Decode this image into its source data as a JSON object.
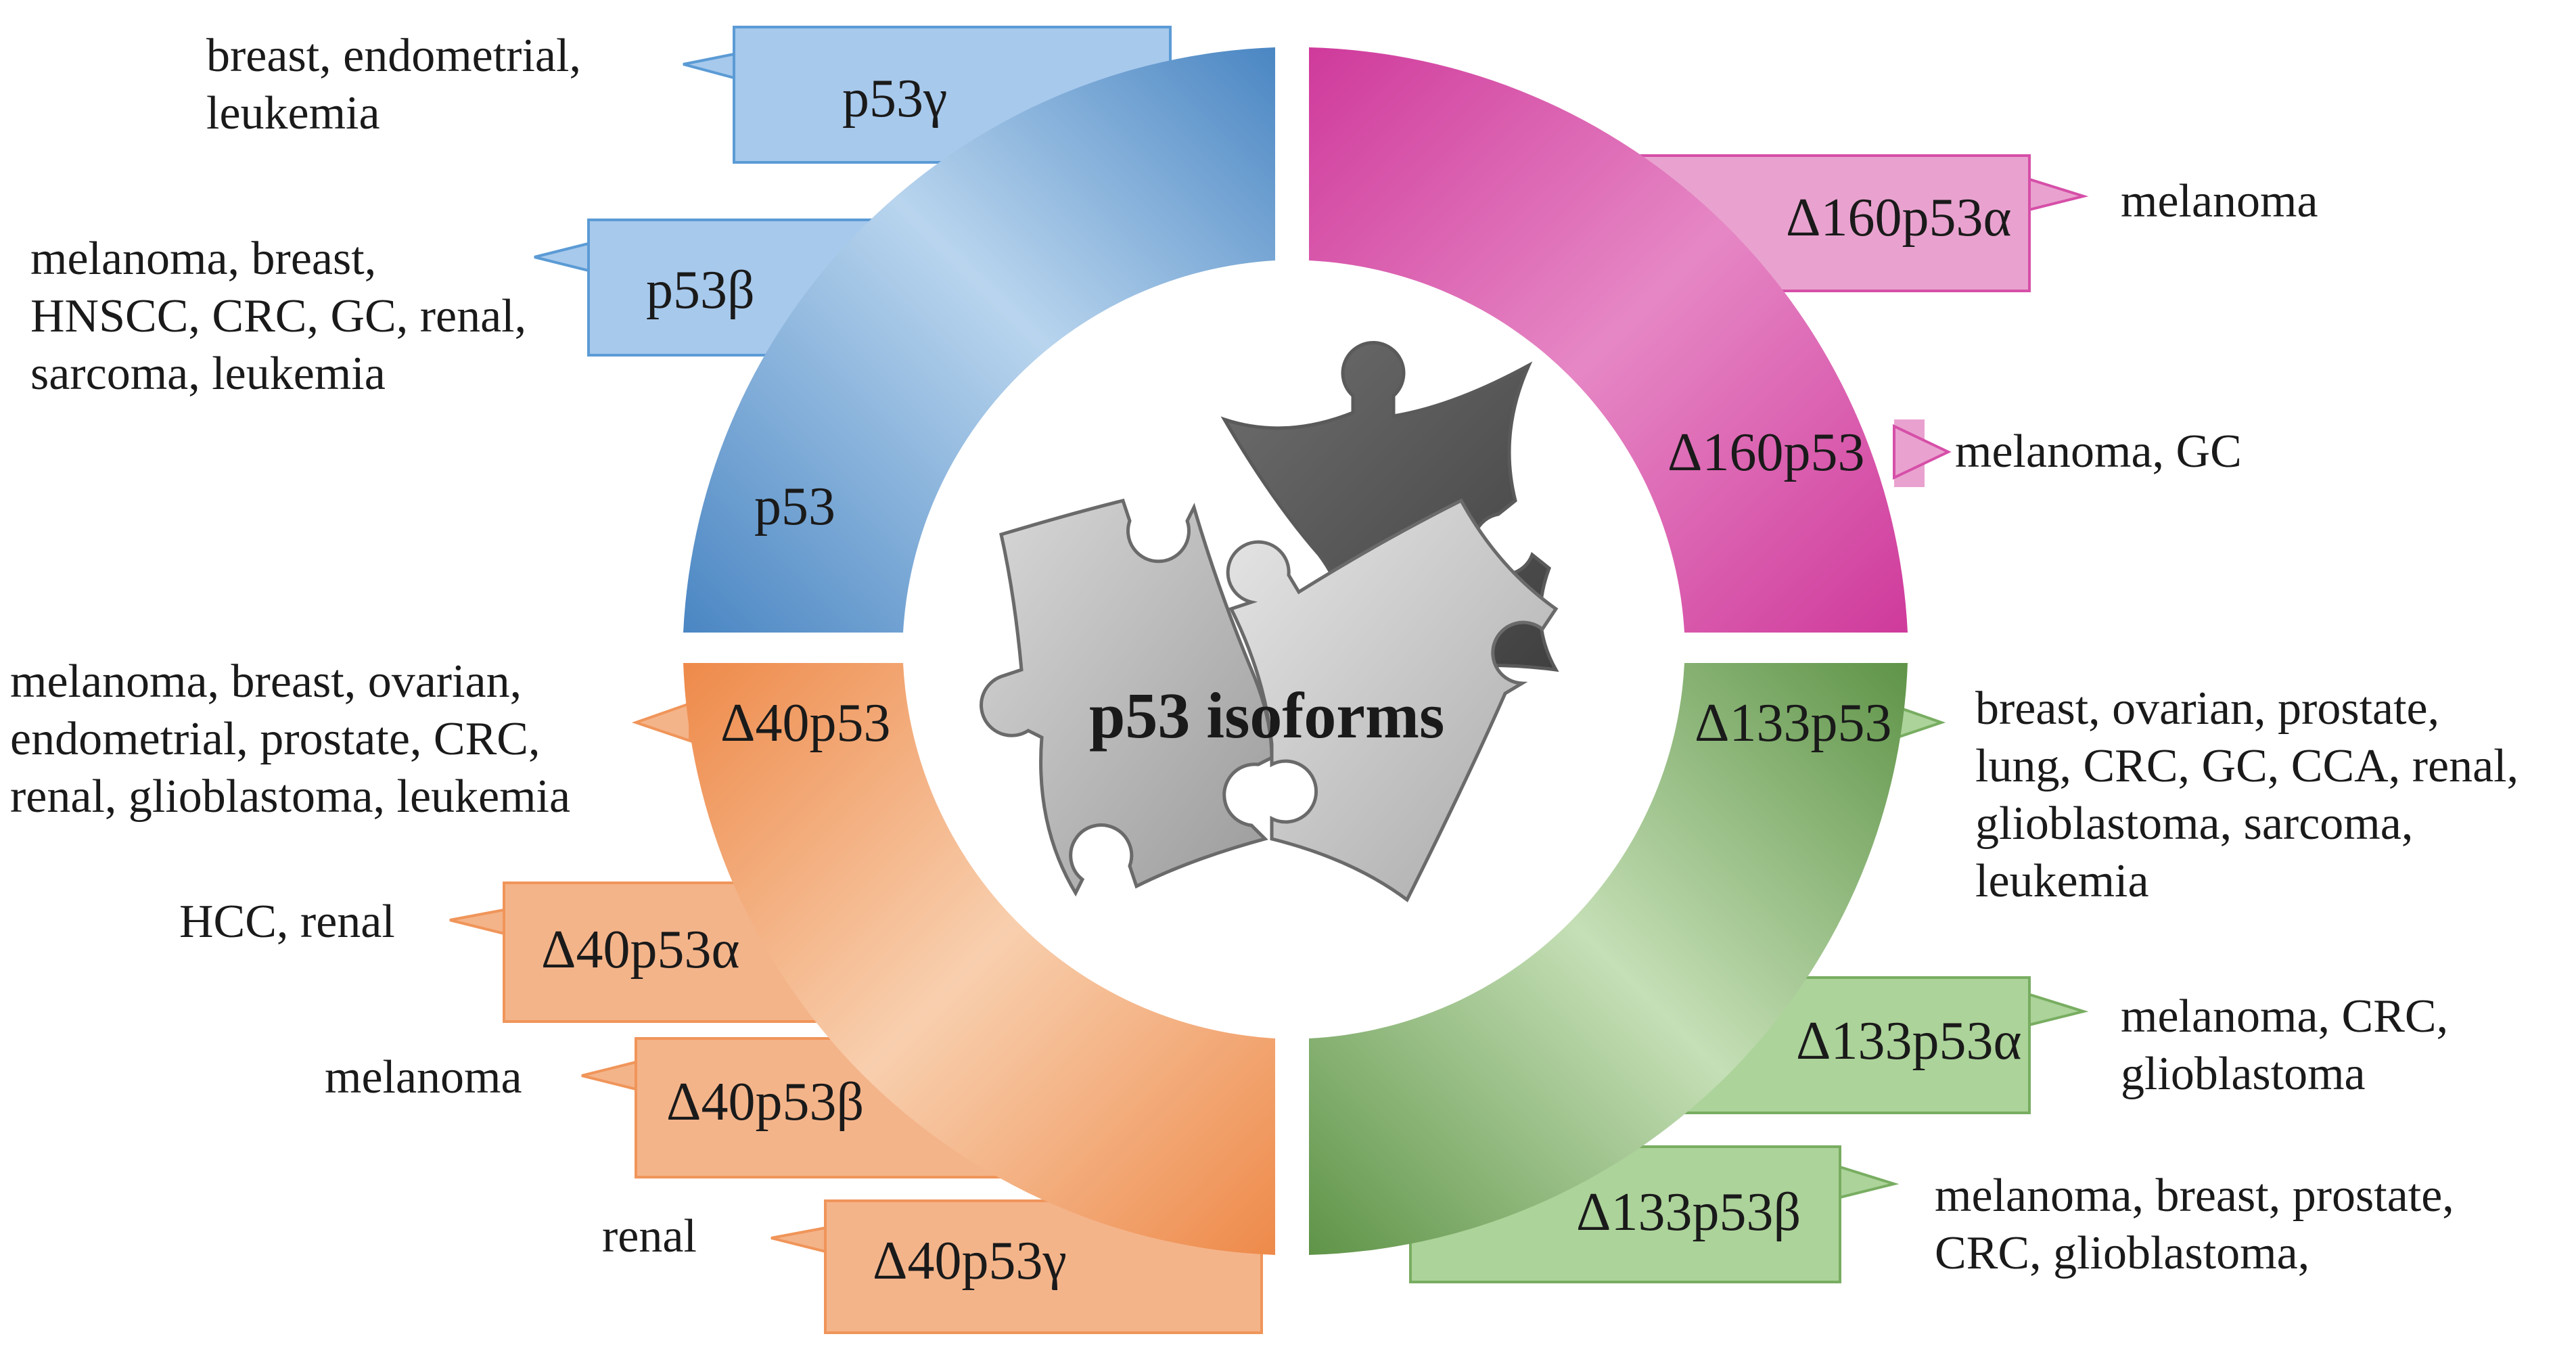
{
  "center": {
    "title": "p53 isoforms"
  },
  "colors": {
    "blue": "#5b9bd5",
    "pink": "#d64fa8",
    "orange": "#f0955a",
    "green": "#78ad61",
    "puzzle": "#9a9a9a"
  },
  "quadrants": {
    "blue": {
      "arc_label": "p53",
      "callouts": [
        {
          "label": "p53γ",
          "cancers": [
            "breast, endometrial,",
            "leukemia"
          ]
        },
        {
          "label": "p53β",
          "cancers": [
            "melanoma, breast,",
            "HNSCC, CRC, GC, renal,",
            "sarcoma, leukemia"
          ]
        }
      ]
    },
    "pink": {
      "callouts": [
        {
          "label": "Δ160p53α",
          "cancers": [
            "melanoma"
          ]
        },
        {
          "label": "Δ160p53",
          "cancers": [
            "melanoma, GC"
          ]
        }
      ]
    },
    "orange": {
      "callouts": [
        {
          "label": "Δ40p53",
          "cancers": [
            "melanoma, breast, ovarian,",
            "endometrial, prostate, CRC,",
            "renal, glioblastoma, leukemia"
          ]
        },
        {
          "label": "Δ40p53α",
          "cancers": [
            "HCC, renal"
          ]
        },
        {
          "label": "Δ40p53β",
          "cancers": [
            "melanoma"
          ]
        },
        {
          "label": "Δ40p53γ",
          "cancers": [
            "renal"
          ]
        }
      ]
    },
    "green": {
      "callouts": [
        {
          "label": "Δ133p53",
          "cancers": [
            "breast, ovarian, prostate,",
            "lung, CRC, GC, CCA, renal,",
            "glioblastoma, sarcoma,",
            "leukemia"
          ]
        },
        {
          "label": "Δ133p53α",
          "cancers": [
            "melanoma, CRC,",
            "glioblastoma"
          ]
        },
        {
          "label": "Δ133p53β",
          "cancers": [
            "melanoma, breast, prostate,",
            "CRC, glioblastoma,"
          ]
        }
      ]
    }
  }
}
